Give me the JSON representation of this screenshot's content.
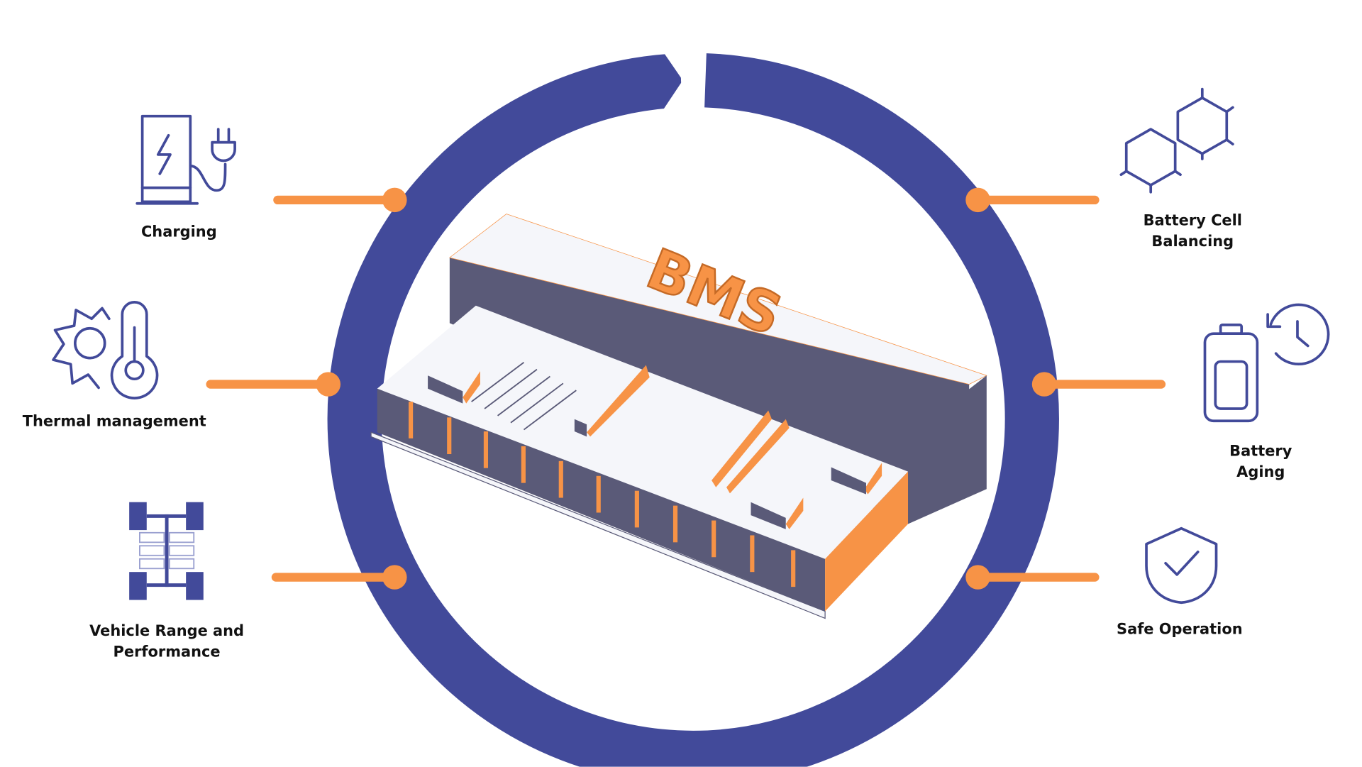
{
  "ring_title": "Model-Based BMS Development Framework",
  "center_label": "BMS",
  "colors": {
    "ring": "#424a9a",
    "accent": "#f79346",
    "box_side": "#5a5a78",
    "box_top": "#f5f6fa"
  },
  "features": [
    {
      "label": "Charging",
      "icon": "charging-station-icon"
    },
    {
      "label": "Thermal management",
      "icon": "sun-thermometer-icon"
    },
    {
      "label": "Vehicle Range and\nPerformance",
      "icon": "vehicle-chassis-icon"
    },
    {
      "label": "Battery Cell\nBalancing",
      "icon": "hexagon-cells-icon"
    },
    {
      "label": "Battery Aging",
      "icon": "battery-clock-icon"
    },
    {
      "label": "Safe Operation",
      "icon": "shield-check-icon"
    }
  ]
}
